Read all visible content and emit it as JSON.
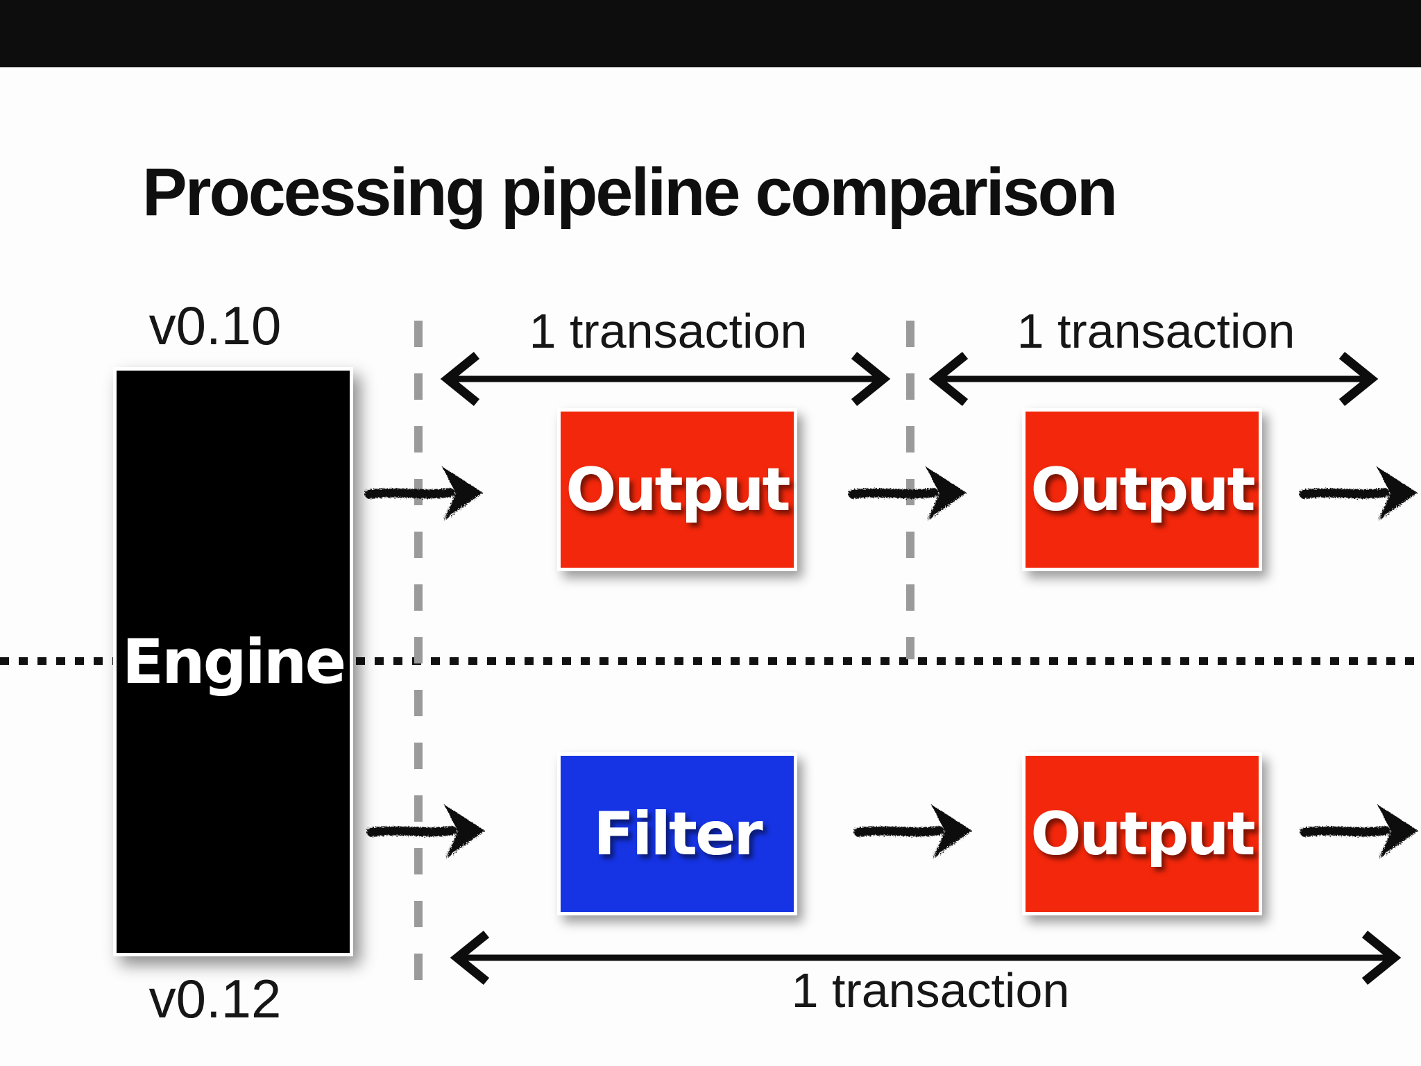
{
  "slide": {
    "title": "Processing pipeline comparison",
    "engine": {
      "label": "Engine"
    },
    "pipelines": {
      "top": {
        "version": "v0.10",
        "stages": [
          {
            "label": "Output"
          },
          {
            "label": "Output"
          }
        ],
        "transactions": [
          "1 transaction",
          "1 transaction"
        ]
      },
      "bottom": {
        "version": "v0.12",
        "stages": [
          {
            "label": "Filter"
          },
          {
            "label": "Output"
          }
        ],
        "transactions": [
          "1 transaction"
        ]
      }
    },
    "colors": {
      "output_red": "#f2270b",
      "filter_blue": "#1634e4",
      "engine_black": "#000000"
    },
    "icons": {
      "flow_arrow": "rough-right-arrow",
      "span_arrow": "double-headed-arrow"
    }
  }
}
